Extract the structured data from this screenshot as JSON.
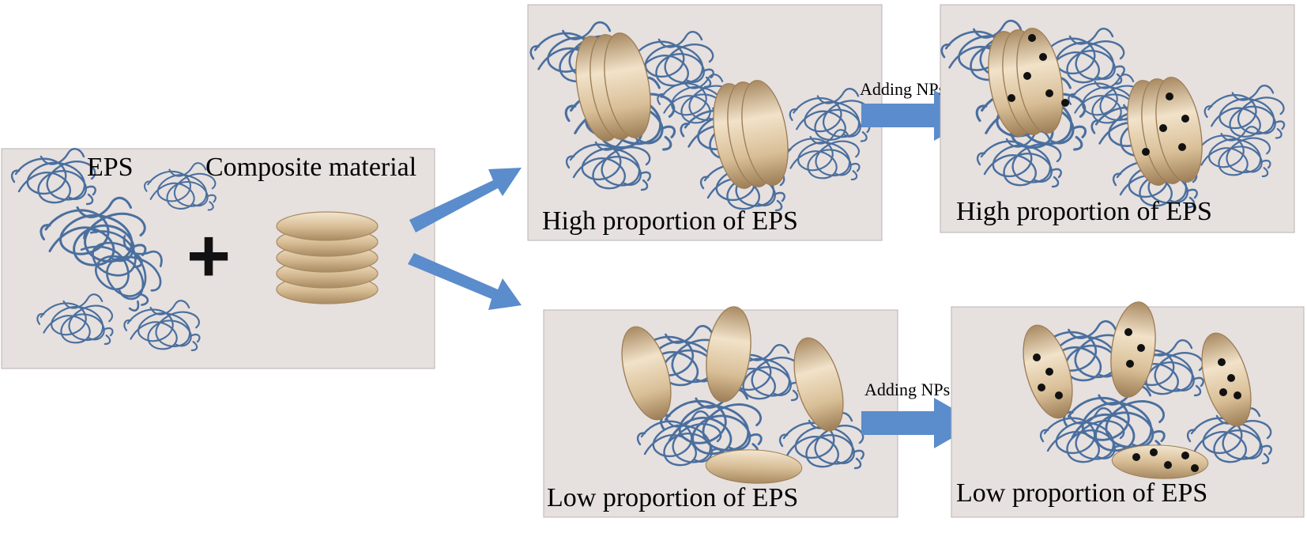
{
  "panels": {
    "start": {
      "eps_label": "EPS",
      "composite_label": "Composite material",
      "plus_sign": "+"
    },
    "high_before": {
      "caption": "High proportion of EPS"
    },
    "high_after": {
      "caption": "High proportion of EPS"
    },
    "low_before": {
      "caption": "Low proportion of EPS"
    },
    "low_after": {
      "caption": "Low proportion of EPS"
    }
  },
  "arrows": {
    "top": {
      "label": "Adding NPs"
    },
    "bottom": {
      "label": "Adding NPs"
    }
  },
  "colors": {
    "panel_bg": "#e6e0df",
    "panel_border": "#b9b3b2",
    "chain": "#4a6f9e",
    "arrow": "#5b8ccc",
    "disc_light": "#f1e2c9",
    "disc_mid": "#d9bf97",
    "disc_dark": "#a98a62",
    "nanoparticle": "#111111"
  }
}
